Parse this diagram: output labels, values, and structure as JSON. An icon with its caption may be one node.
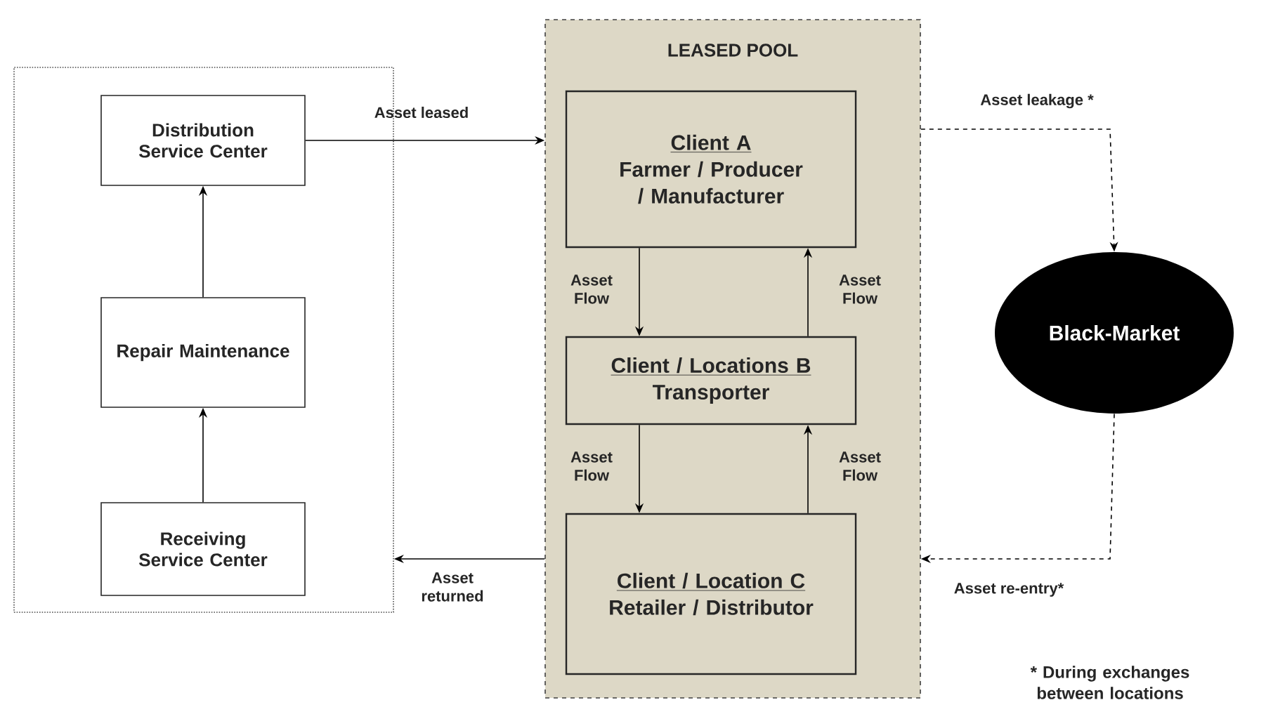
{
  "diagram": {
    "nodes": [
      {
        "text": [],
        "shape": "box"
      },
      {
        "text": [
          "Distribution Service Center"
        ],
        "in": 0
      },
      {
        "text": [
          "Repair Maintenance"
        ],
        "in": 0
      },
      {
        "text": [
          "Receiving Service Center"
        ],
        "in": 0
      },
      {
        "text": [
          "LEASED POOL"
        ]
      },
      {
        "text": [
          "Client A",
          "Farmer / Producer / Manufacturer"
        ],
        "in": 4
      },
      {
        "text": [
          "Client / Locations B",
          "Transporter"
        ],
        "in": 4
      },
      {
        "text": [
          "Client / Location C",
          "Retailer / Distributor"
        ],
        "in": 4
      },
      {
        "text": [
          "Black-Market"
        ]
      }
    ],
    "edges": [
      {
        "from": 3,
        "to": 2,
        "arrow": "to"
      },
      {
        "from": 2,
        "to": 1,
        "arrow": "to"
      },
      {
        "from": 1,
        "to": 4,
        "arrow": "to",
        "label": "Asset leased"
      },
      {
        "from": 4,
        "to": 0,
        "arrow": "to",
        "label": "Asset returned"
      },
      {
        "from": 5,
        "to": 6,
        "arrow": "to",
        "label": "Asset Flow"
      },
      {
        "from": 6,
        "to": 5,
        "arrow": "to",
        "label": "Asset Flow"
      },
      {
        "from": 6,
        "to": 7,
        "arrow": "to",
        "label": "Asset Flow"
      },
      {
        "from": 7,
        "to": 6,
        "arrow": "to",
        "label": "Asset Flow"
      },
      {
        "from": 4,
        "to": 8,
        "arrow": "to",
        "label": "Asset leakage *",
        "style": "dashed"
      },
      {
        "from": 8,
        "to": 4,
        "arrow": "to",
        "label": "Asset re-entry*",
        "style": "dashed"
      }
    ],
    "labels": [
      "* During exchanges between locations"
    ]
  }
}
